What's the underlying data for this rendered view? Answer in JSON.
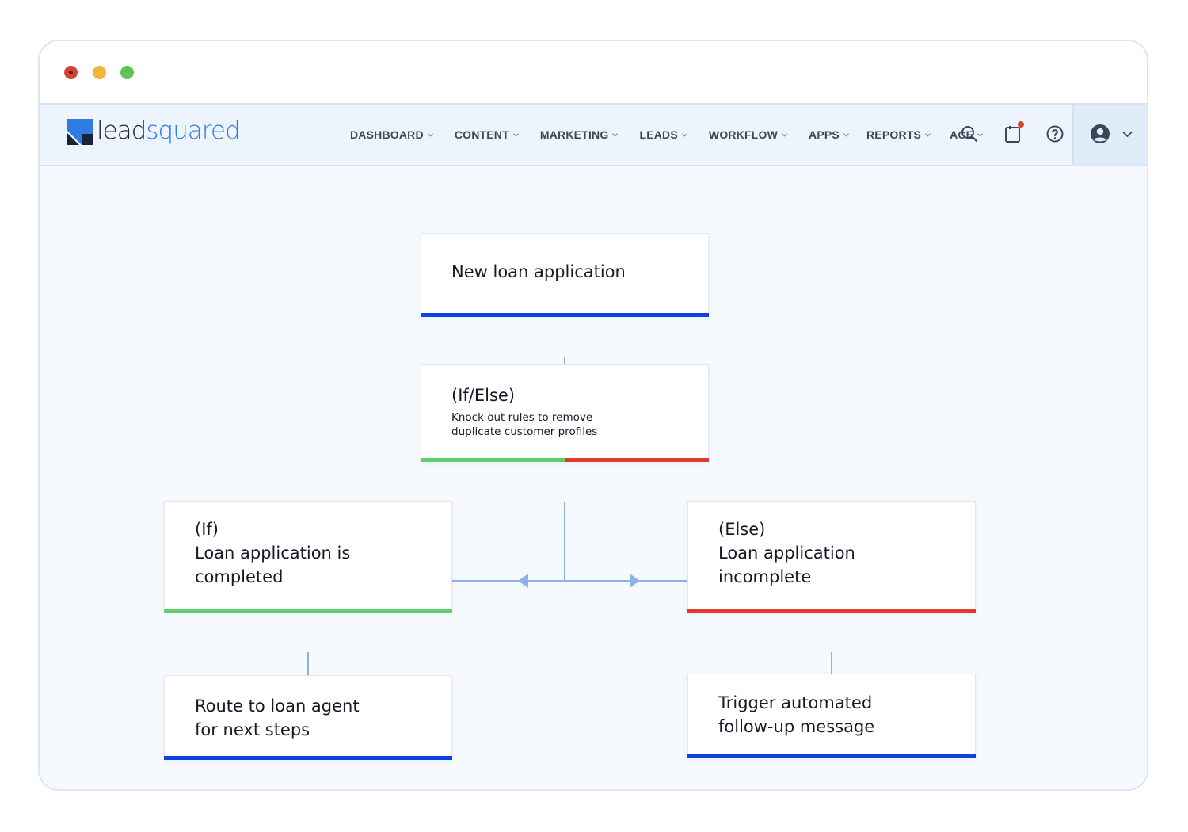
{
  "window": {
    "controls": [
      "close",
      "minimize",
      "maximize"
    ]
  },
  "brand": {
    "name_part1": "lead",
    "name_part2": "squared",
    "accent": "#2f7de3"
  },
  "nav": {
    "items": [
      {
        "label": "DASHBOARD"
      },
      {
        "label": "CONTENT"
      },
      {
        "label": "MARKETING"
      },
      {
        "label": "LEADS"
      },
      {
        "label": "WORKFLOW"
      },
      {
        "label": "APPS"
      },
      {
        "label": "REPORTS"
      },
      {
        "label": "ACE"
      }
    ],
    "icons": [
      "search-icon",
      "notification-icon",
      "help-icon",
      "user-avatar-icon",
      "chevron-down-icon"
    ]
  },
  "flow": {
    "start": {
      "title": "New loan application"
    },
    "condition": {
      "title": "(If/Else)",
      "description_line1": "Knock out rules to remove",
      "description_line2": "duplicate customer profiles"
    },
    "if_branch": {
      "tag": "(If)",
      "title_line1": "Loan application is",
      "title_line2": "completed"
    },
    "else_branch": {
      "tag": "(Else)",
      "title_line1": "Loan application",
      "title_line2": "incomplete"
    },
    "if_action": {
      "title_line1": "Route to loan agent",
      "title_line2": "for next steps"
    },
    "else_action": {
      "title_line1": "Trigger automated",
      "title_line2": "follow-up message"
    }
  },
  "colors": {
    "blue_bar": "#0c43e0",
    "green_bar": "#5ed06b",
    "red_bar": "#e23a2e",
    "connector": "#8fb1ea"
  }
}
